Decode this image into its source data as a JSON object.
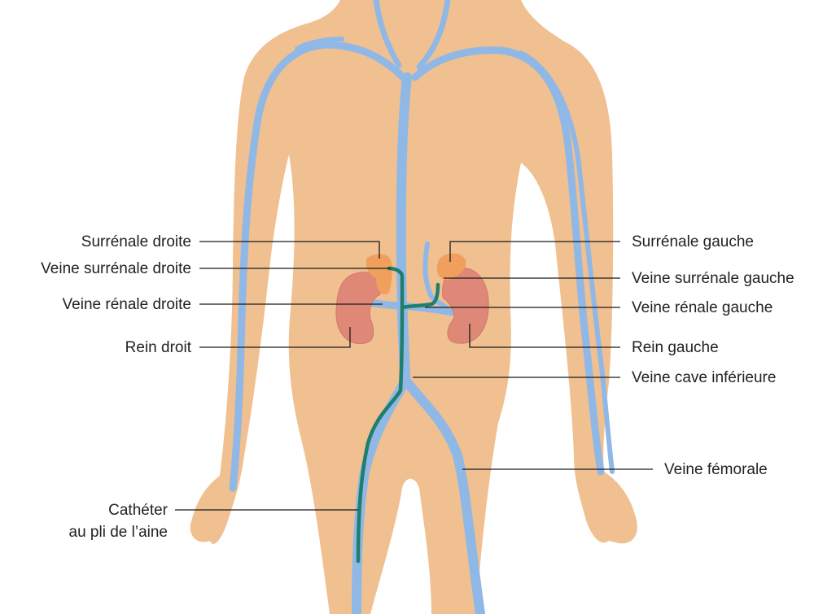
{
  "colors": {
    "skin": "#f0c090",
    "vein": "#8fb8e6",
    "catheter": "#1f7e6c",
    "kidney": "#e08878",
    "kidney_outline": "#d27869",
    "adrenal": "#f0a05c",
    "label_text": "#222222",
    "leader_line": "#1a1a1a"
  },
  "labels": {
    "left": {
      "adrenal_right": "Surrénale droite",
      "adrenal_vein_right": "Veine surrénale droite",
      "renal_vein_right": "Veine rénale droite",
      "kidney_right": "Rein droit",
      "catheter_line1": "Cathéter",
      "catheter_line2": "au pli de l’aine"
    },
    "right": {
      "adrenal_left": "Surrénale gauche",
      "adrenal_vein_left": "Veine surrénale gauche",
      "renal_vein_left": "Veine rénale gauche",
      "kidney_left": "Rein gauche",
      "ivc": "Veine cave inférieure",
      "femoral_vein": "Veine fémorale"
    }
  }
}
